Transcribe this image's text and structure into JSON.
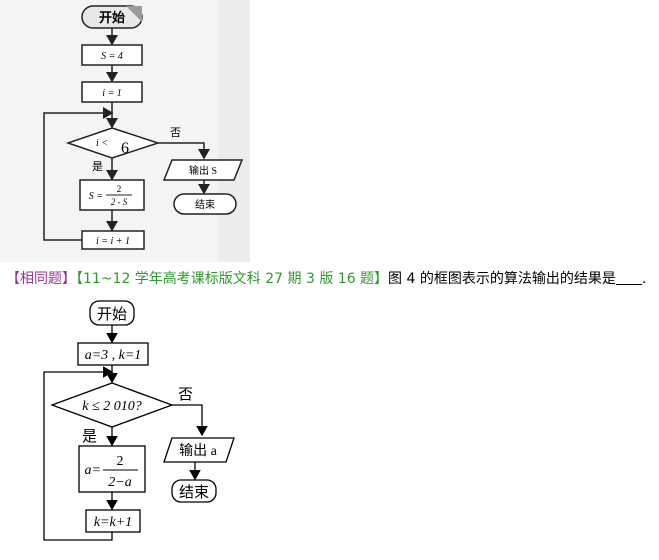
{
  "figure1": {
    "start": "开始",
    "init_s": "S = 4",
    "init_i": "i = 1",
    "cond_prefix": "i <",
    "cond_value": "6",
    "no": "否",
    "yes": "是",
    "output": "输出 S",
    "end": "结束",
    "assign_s_lhs": "S =",
    "assign_s_num": "2",
    "assign_s_den": "2 - S",
    "increment": "i = i + 1"
  },
  "caption": {
    "tag": "【相同题】",
    "source": "【11~12 学年高考课标版文科 27 期 3 版 16 题】",
    "text": "图 4 的框图表示的算法输出的结果是",
    "end": "."
  },
  "figure2": {
    "start": "开始",
    "init": "a=3 , k=1",
    "condition": "k ≤ 2 010?",
    "no": "否",
    "yes": "是",
    "output": "输出 a",
    "assign_lhs": "a=",
    "assign_num": "2",
    "assign_den": "2−a",
    "increment": "k=k+1",
    "end": "结束"
  }
}
